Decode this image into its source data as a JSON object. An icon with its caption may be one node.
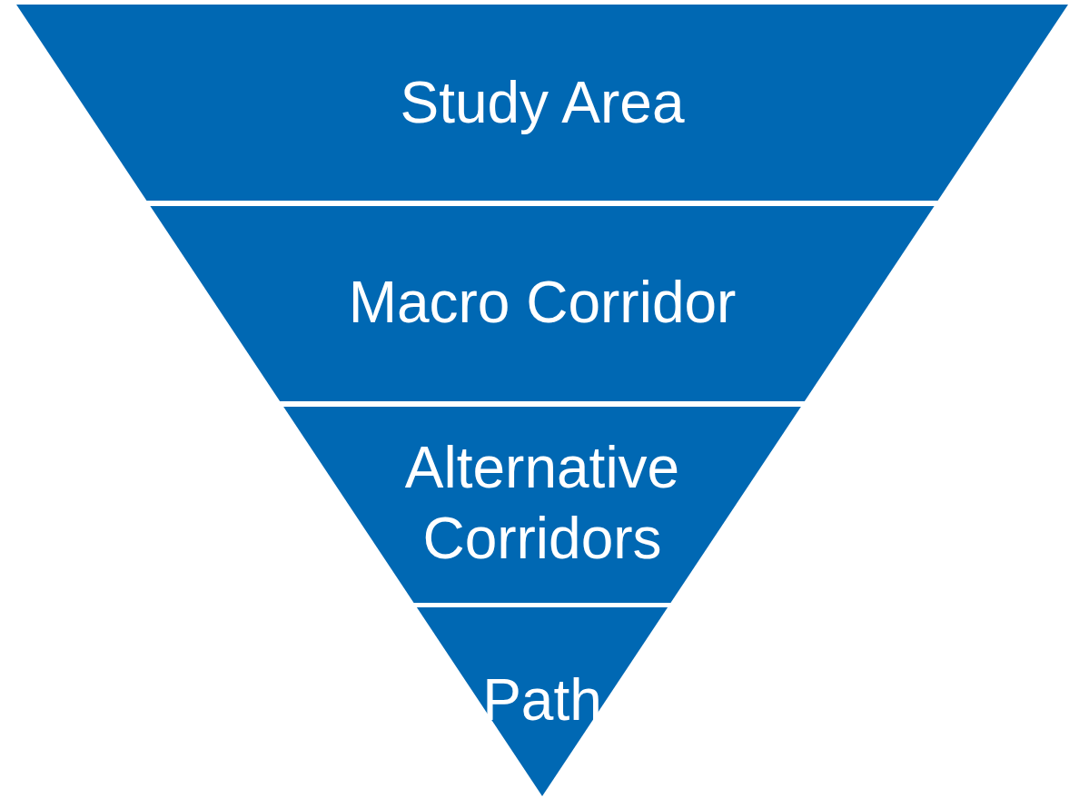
{
  "diagram": {
    "nodes": [
      {
        "text": [
          "Study Area"
        ]
      },
      {
        "text": [
          "Macro Corridor"
        ]
      },
      {
        "text": [
          "Alternative Corridors"
        ]
      },
      {
        "text": [
          "Path"
        ]
      }
    ]
  }
}
